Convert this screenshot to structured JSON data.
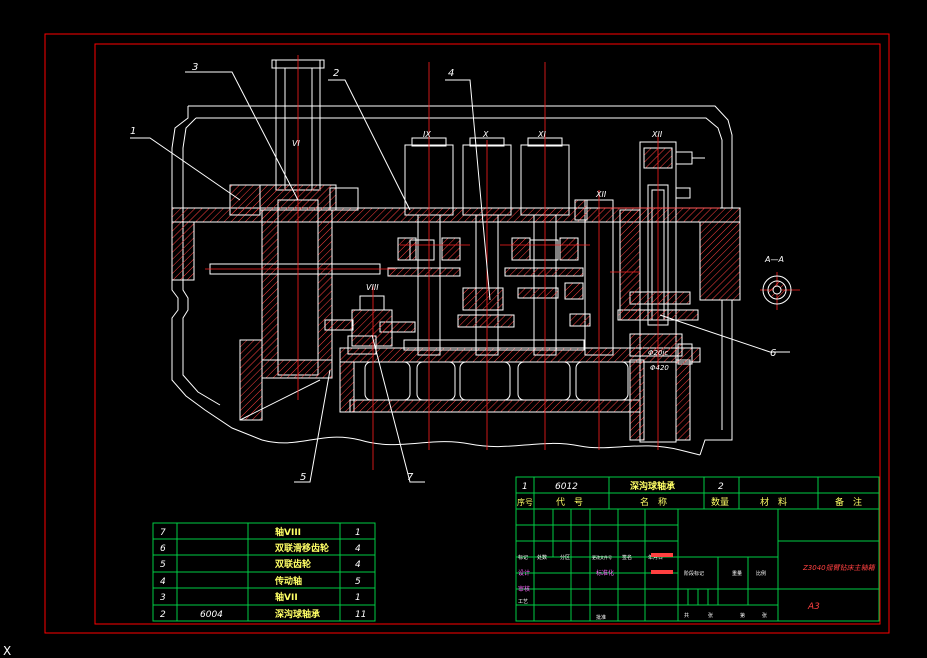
{
  "colors": {
    "background": "#000000",
    "frame": "#ff0000",
    "hatch": "#ff4040",
    "outline": "#ffffff",
    "center": "#ff2020",
    "table_line": "#00cc44",
    "text_white": "#ffffff",
    "text_yellow": "#ffff66",
    "text_red": "#ff4040",
    "text_magenta": "#ff66ff"
  },
  "labels": {
    "leader_1": "1",
    "leader_2": "2",
    "leader_3": "3",
    "leader_4": "4",
    "leader_5": "5",
    "leader_6": "6",
    "leader_7": "7",
    "shaft_VI": "VI",
    "shaft_VIII": "VIII",
    "shaft_IX": "IX",
    "shaft_X": "X",
    "shaft_XI": "XI",
    "shaft_XII": "XII",
    "shaft_XII_b": "XII",
    "dim_1": "Φ20jc",
    "dim_2": "Φ420",
    "section_title": "A—A",
    "corner_mark": "X"
  },
  "parts_table": {
    "rows": [
      {
        "no": "7",
        "code": "",
        "name": "轴VIII",
        "qty": "1"
      },
      {
        "no": "6",
        "code": "",
        "name": "双联滑移齿轮",
        "qty": "4"
      },
      {
        "no": "5",
        "code": "",
        "name": "双联齿轮",
        "qty": "4"
      },
      {
        "no": "4",
        "code": "",
        "name": "传动轴",
        "qty": "5"
      },
      {
        "no": "3",
        "code": "",
        "name": "轴VII",
        "qty": "1"
      },
      {
        "no": "2",
        "code": "6004",
        "name": "深沟球轴承",
        "qty": "11"
      }
    ]
  },
  "bom_header": {
    "row_no": "1",
    "row_code": "6012",
    "row_name": "深沟球轴承",
    "row_qty": "2",
    "h_no": "序号",
    "h_code": "代　号",
    "h_name": "名　称",
    "h_qty": "数量",
    "h_mat": "材　料",
    "h_note": "备　注"
  },
  "title_block": {
    "title": "Z3040摇臂钻床主轴箱",
    "sheet": "A3",
    "c1": "标记",
    "c2": "处数",
    "c3": "分区",
    "c4": "更改文件号",
    "c5": "签名",
    "c6": "年月日",
    "c7": "设计",
    "c8": "标准化",
    "c9": "阶段标记",
    "c10": "重量",
    "c11": "比例",
    "c12": "审核",
    "c13": "工艺",
    "c14": "批准",
    "c15": "共",
    "c16": "张",
    "c17": "第",
    "c18": "张"
  }
}
